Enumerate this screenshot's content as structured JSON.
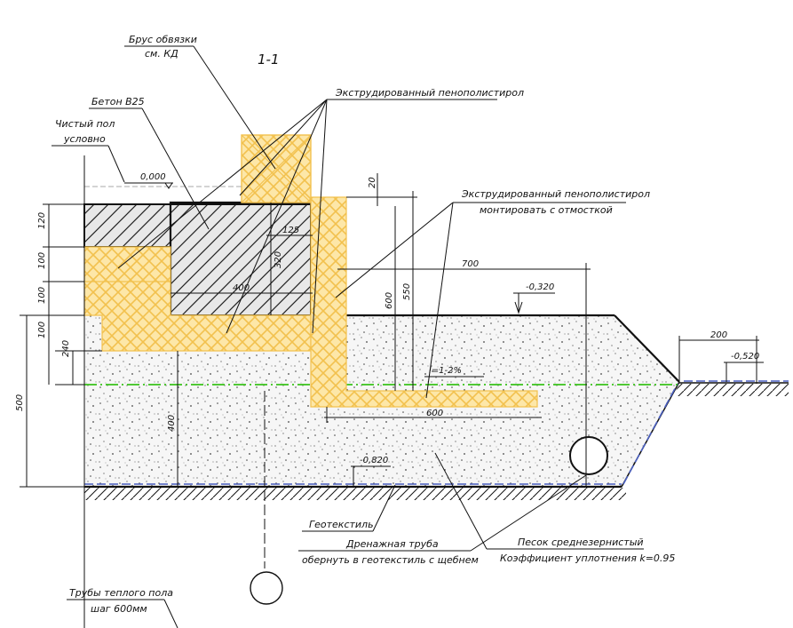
{
  "section_title": "1-1",
  "labels": {
    "beam_line1": "Брус обвязки",
    "beam_line2": "см. КД",
    "xps_top": "Экструдированный пенополистирол",
    "concrete": "Бетон B25",
    "floor_line1": "Чистый пол",
    "floor_line2": "условно",
    "xps_right_line1": "Экструдированный пенополистирол",
    "xps_right_line2": "монтировать с отмосткой",
    "geotextile": "Геотекстиль",
    "drain_line1": "Дренажная труба",
    "drain_line2": "обернуть в геотекстиль с щебнем",
    "sand_line1": "Песок среднезернистый",
    "sand_line2": "Коэффициент уплотнения k=0.95",
    "heating_line1": "Трубы теплого пола",
    "heating_line2": "шаг 600мм"
  },
  "levels": {
    "zero": "0,000",
    "blind_area": "-0,320",
    "ground": "-0,520",
    "base": "-0,820"
  },
  "dims": {
    "d120": "120",
    "d100a": "100",
    "d100b": "100",
    "d100c": "100",
    "d240": "240",
    "d500": "500",
    "d125": "125",
    "d320": "320",
    "d400h": "400",
    "d20": "20",
    "d600v": "600",
    "d550": "550",
    "d700": "700",
    "d600h": "600",
    "d200": "200",
    "d400v": "400",
    "slope": "i=1-2%"
  },
  "colors": {
    "insulation_fill": "#fde7a8",
    "insulation_hatch": "#f2c14e",
    "sand_bg": "#f5f5f5",
    "concrete_bg": "#e4e4e4",
    "green_line": "#39c21a",
    "blue_line": "#4a5fbf"
  }
}
